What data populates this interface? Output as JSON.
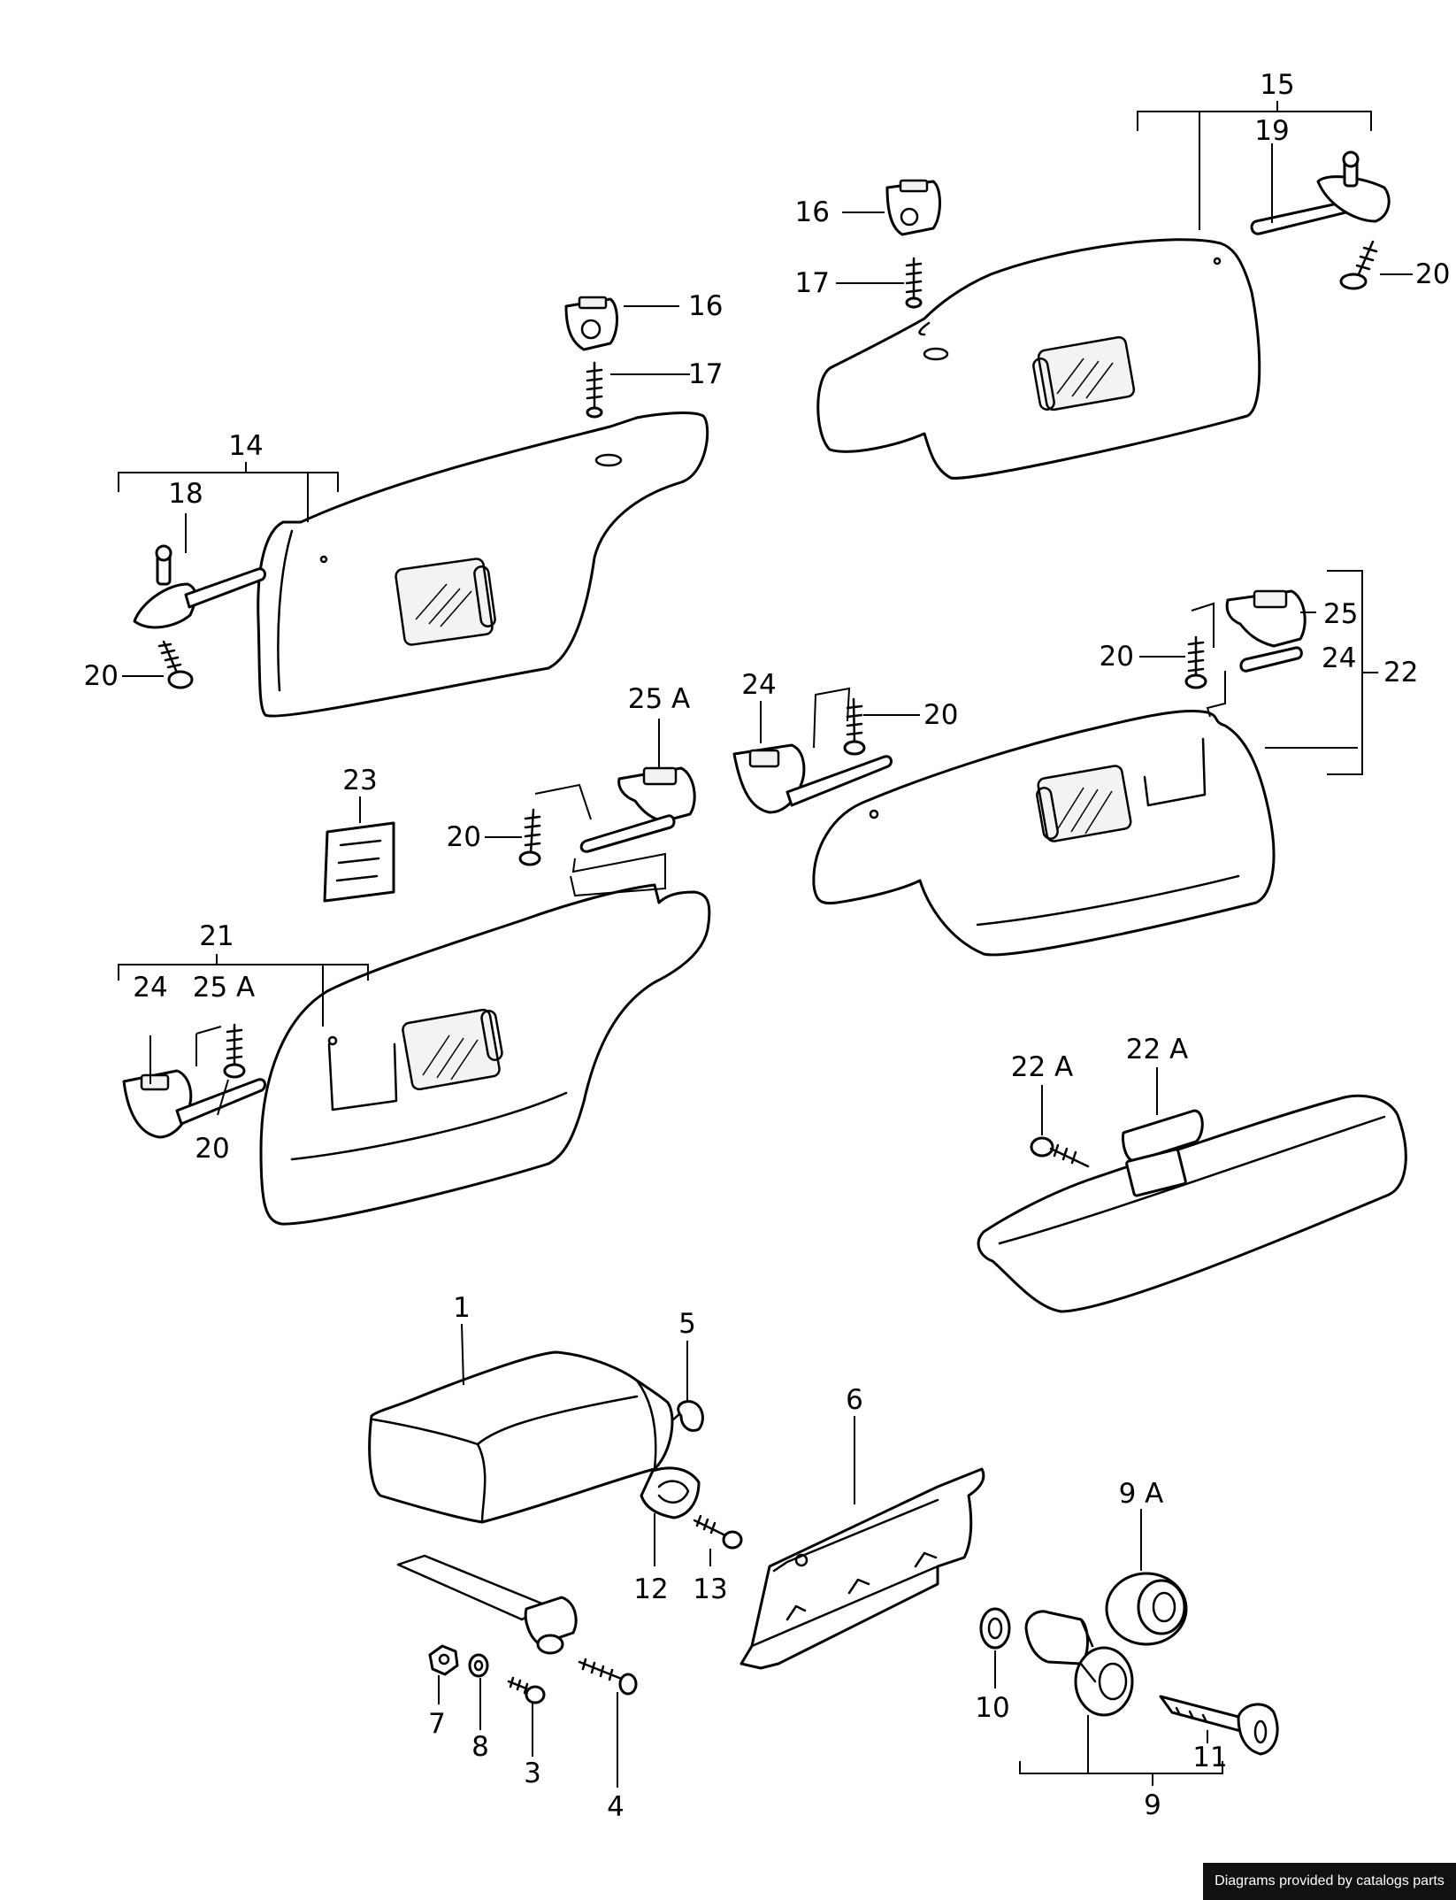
{
  "labels": {
    "p1": "1",
    "p3": "3",
    "p4": "4",
    "p5": "5",
    "p6": "6",
    "p7": "7",
    "p8": "8",
    "p9": "9",
    "p9a": "9 A",
    "p10": "10",
    "p11": "11",
    "p12": "12",
    "p13": "13",
    "p14": "14",
    "p15": "15",
    "p16": "16",
    "p17": "17",
    "p18": "18",
    "p19": "19",
    "p20": "20",
    "p21": "21",
    "p22": "22",
    "p22a": "22 A",
    "p23": "23",
    "p24": "24",
    "p25": "25",
    "p25a": "25 A"
  },
  "footer": {
    "credit": "Diagrams provided by catalogs parts"
  }
}
